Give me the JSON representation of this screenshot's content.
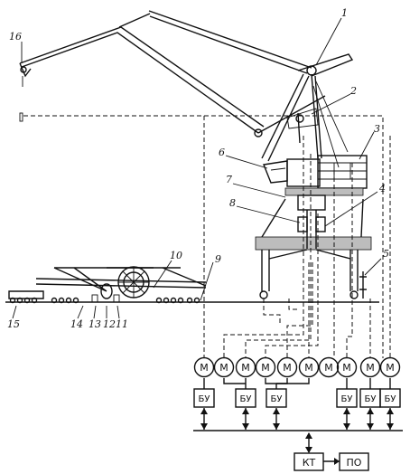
{
  "callouts": [
    "1",
    "2",
    "3",
    "4",
    "5",
    "6",
    "7",
    "8",
    "9",
    "10",
    "11",
    "12",
    "13",
    "14",
    "15",
    "16"
  ],
  "motors": {
    "label": "М",
    "count": 10
  },
  "control_units": {
    "label": "БУ",
    "count": 6
  },
  "controller": {
    "label": "КТ"
  },
  "operator_panel": {
    "label": "ПО"
  }
}
